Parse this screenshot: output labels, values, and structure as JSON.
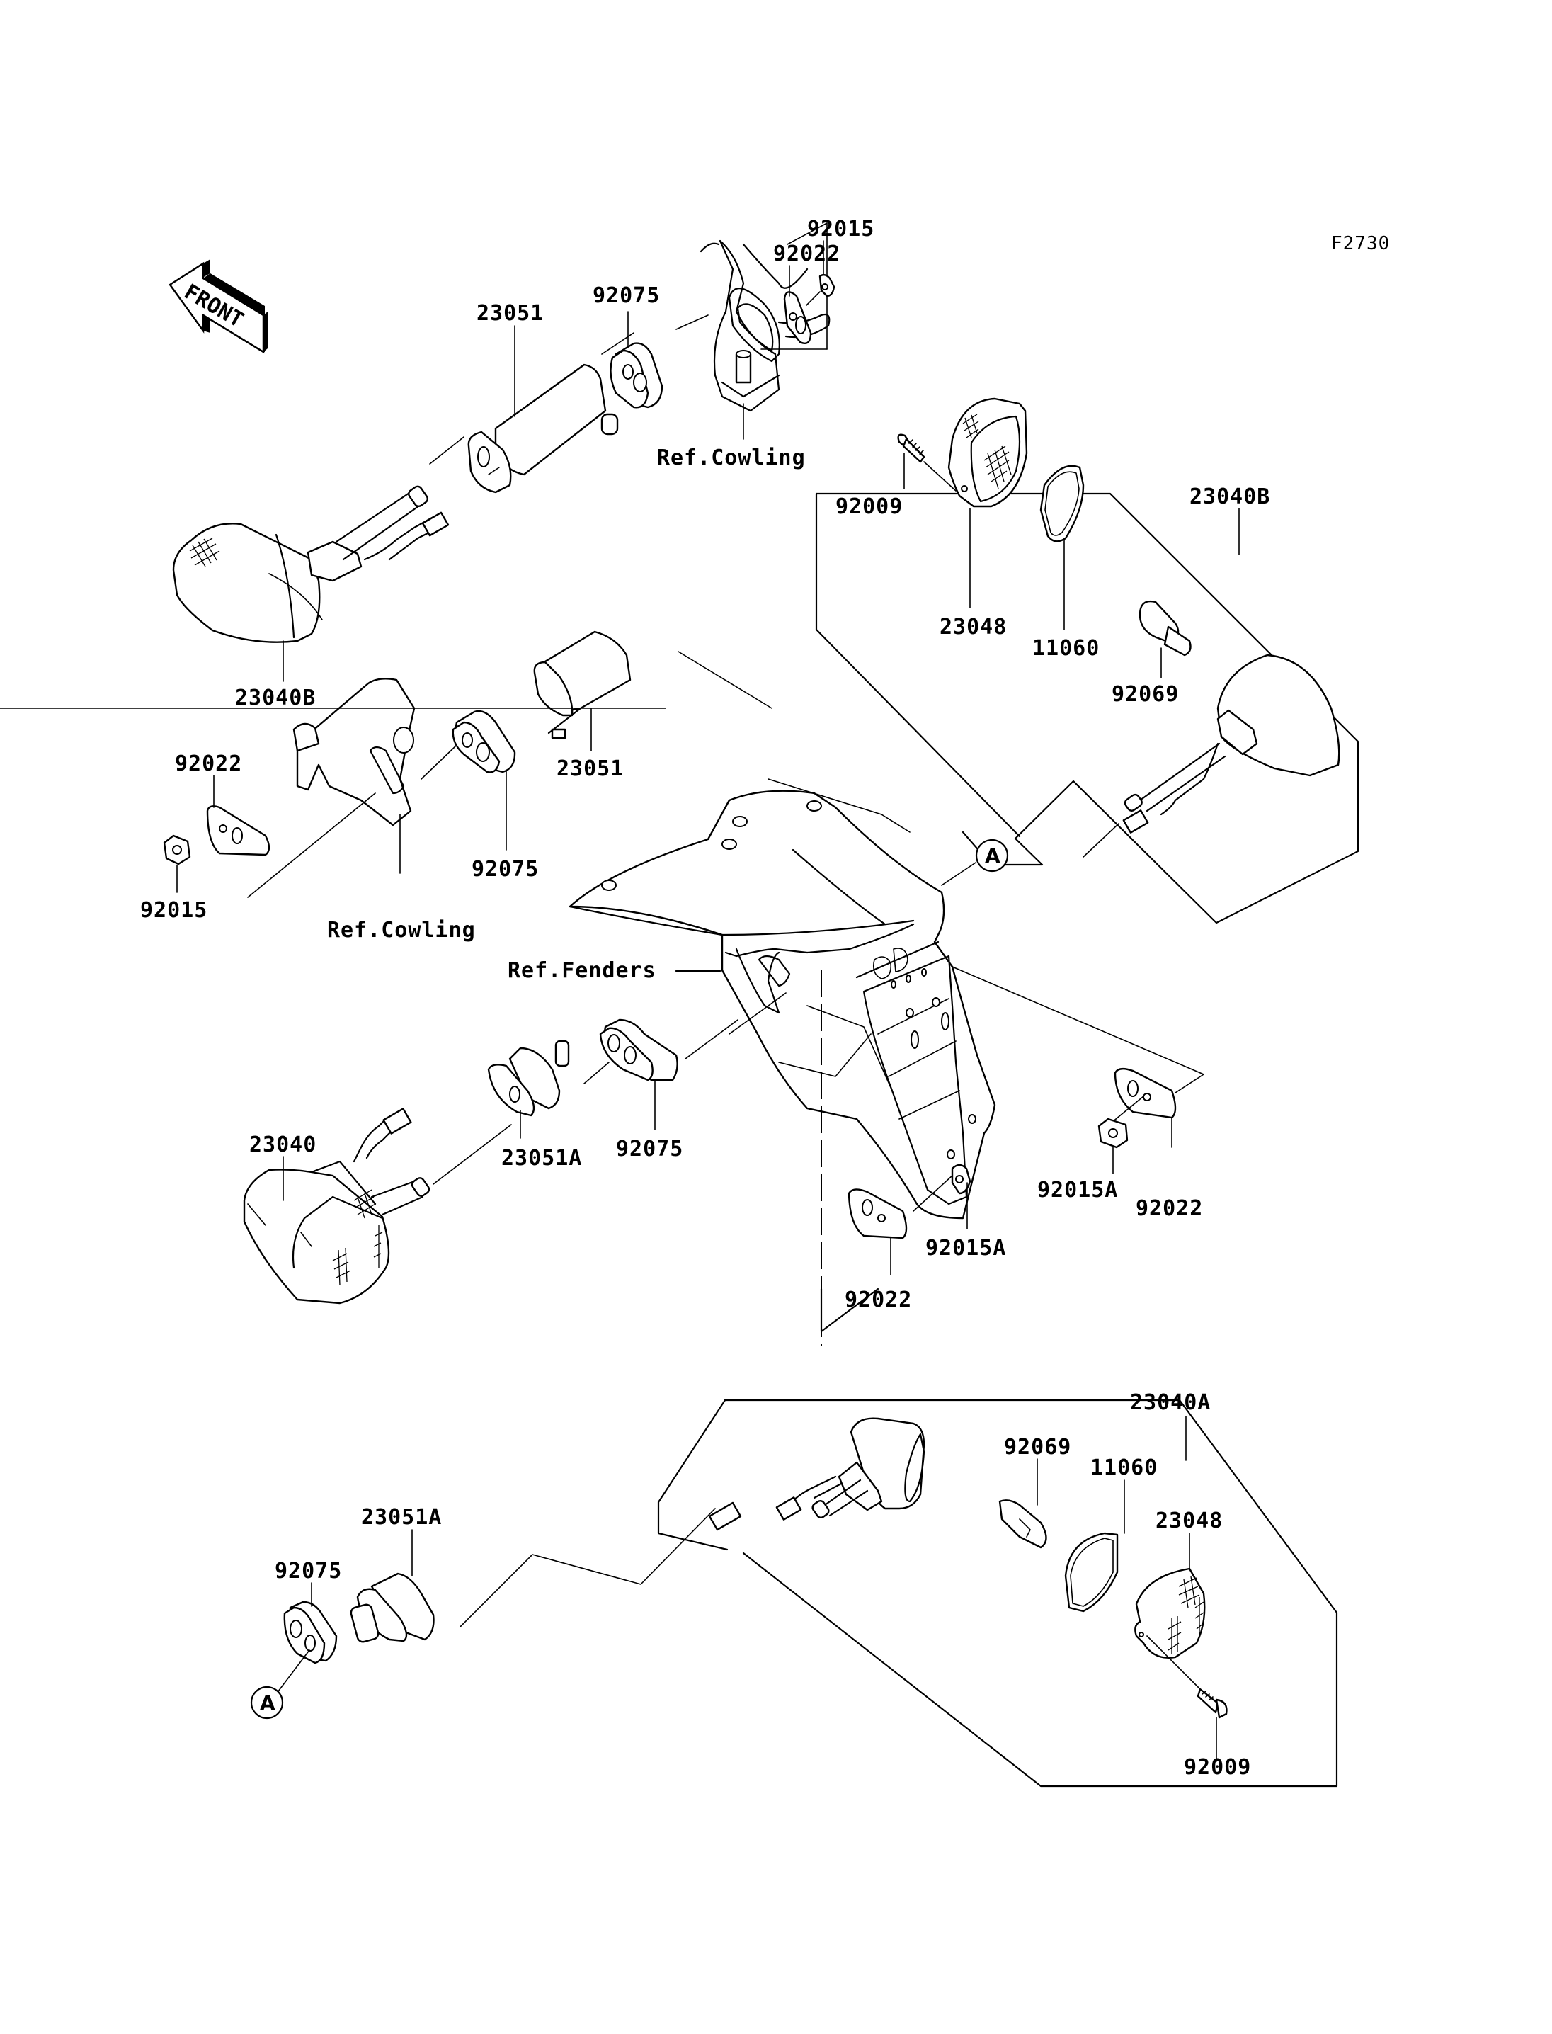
{
  "diagram": {
    "title": "Turn Signals",
    "figure_code": "F2730",
    "front_indicator": "FRONT",
    "callout_letter": "A",
    "references": {
      "cowling_top": "Ref.Cowling",
      "cowling_mid": "Ref.Cowling",
      "fenders": "Ref.Fenders"
    },
    "part_labels": {
      "p92075_top": "92075",
      "p23051_top": "23051",
      "p92022_top": "92022",
      "p92015_top": "92015",
      "p23040B_top_right": "23040B",
      "p92009_top": "92009",
      "p23048_top": "23048",
      "p11060_top": "11060",
      "p92069_top": "92069",
      "p23040B_left": "23040B",
      "p23051_mid": "23051",
      "p92075_mid": "92075",
      "p92022_left": "92022",
      "p92015_left": "92015",
      "p23040": "23040",
      "p23051A_mid": "23051A",
      "p92075_lower": "92075",
      "p92022_right": "92022",
      "p92015A_right": "92015A",
      "p92015A_center": "92015A",
      "p92022_center": "92022",
      "p23040A": "23040A",
      "p92069_bottom": "92069",
      "p11060_bottom": "11060",
      "p23048_bottom": "23048",
      "p92009_bottom": "92009",
      "p23051A_bottom": "23051A",
      "p92075_bottom": "92075"
    }
  }
}
